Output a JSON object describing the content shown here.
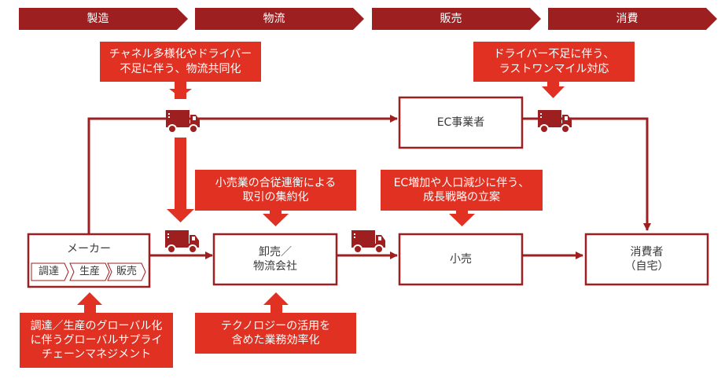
{
  "colors": {
    "stage_bar": "#9e1f20",
    "callout": "#e03122",
    "flow_line": "#9e1f20",
    "truck": "#9e1f20",
    "node_border": "#9e1f20",
    "node_text": "#3a3a3a"
  },
  "stages": [
    {
      "label": "製造"
    },
    {
      "label": "物流"
    },
    {
      "label": "販売"
    },
    {
      "label": "消費"
    }
  ],
  "nodes": {
    "maker": {
      "label": "メーカー",
      "steps": [
        "調達",
        "生産",
        "販売"
      ]
    },
    "wholesale": {
      "label": "卸売／\n物流会社"
    },
    "retail": {
      "label": "小売"
    },
    "ec": {
      "label": "EC事業者"
    },
    "consumer": {
      "label": "消費者\n（自宅）"
    }
  },
  "callouts": [
    {
      "id": "logistics-sharing",
      "text": "チャネル多様化やドライバー\n不足に伴う、物流共同化",
      "arrow": "down"
    },
    {
      "id": "last-one-mile",
      "text": "ドライバー不足に伴う、\nラストワンマイル対応",
      "arrow": "down"
    },
    {
      "id": "retail-consolidation",
      "text": "小売業の合従連衡による\n取引の集約化",
      "arrow": "down"
    },
    {
      "id": "growth-strategy",
      "text": "EC増加や人口減少に伴う、\n成長戦略の立案",
      "arrow": "down"
    },
    {
      "id": "global-scm",
      "text": "調達／生産のグローバル化\nに伴うグローバルサプライ\nチェーンマネジメント",
      "arrow": "up"
    },
    {
      "id": "tech-efficiency",
      "text": "テクノロジーの活用を\n含めた業務効率化",
      "arrow": "up"
    }
  ],
  "icons": {
    "truck": "truck-icon"
  }
}
